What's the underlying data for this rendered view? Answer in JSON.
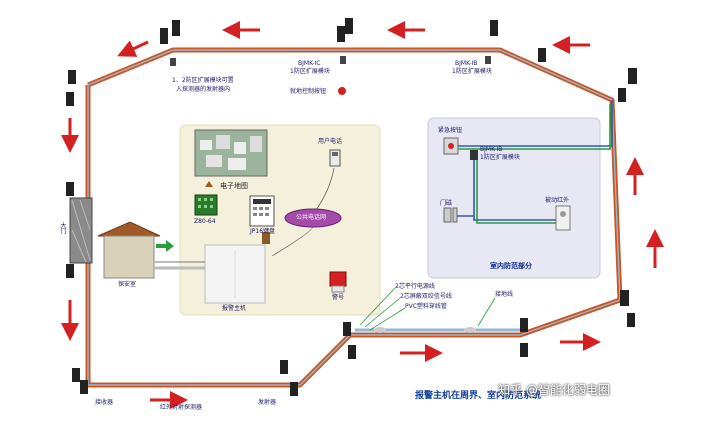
{
  "diagram": {
    "labels": {
      "module_ic_title": "BJMK-IC",
      "module_ic_sub": "1防区扩展模块",
      "module_ib_top_title": "BJMK-IB",
      "module_ib_top_sub": "1防区扩展模块",
      "note_line1": "1、2防区扩展模块可置",
      "note_line2": "入探测器的发射器内",
      "control_button": "就地控制按钮",
      "user_phone": "用户电话",
      "emap": "电子地图",
      "z80": "Z80-64",
      "jp16": "JP16键盘",
      "public_net": "公共电话网",
      "guard_room": "保安室",
      "main_gate": "大门",
      "alarm_host": "报警主机",
      "siren": "警号",
      "panic_button": "紧急按钮",
      "module_ib_in_title": "BJMK-IB",
      "module_ib_in_sub": "1防区扩展模块",
      "door_magnet": "门磁",
      "pir": "被动红外",
      "indoor_section": "室内防范部分",
      "bus_line": "2芯平行电源线",
      "signal_line": "2芯屏蔽双绞信号线",
      "pvc_pipe": "PVC塑料穿线管",
      "ground_wire": "接地线",
      "receiver_bottom": "接收器",
      "ir_detector": "红外对射探测器",
      "emitter": "发射器"
    },
    "caption": "报警主机在周界、室内防范系统",
    "watermark": "知乎 @智能化弱电圈",
    "colors": {
      "cable_orange": "#d2541c",
      "arrow_red": "#d42020",
      "indoor_panel": "#e8e8f4",
      "center_panel": "#f4f0dc"
    }
  }
}
